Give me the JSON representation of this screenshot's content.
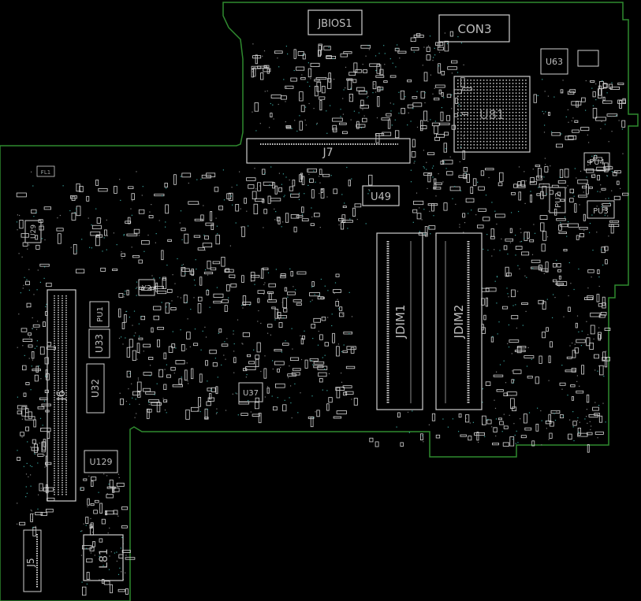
{
  "colors": {
    "background": "#000000",
    "outline": "#2f8a2f",
    "silkscreen": "#b8b8b8",
    "pad": "#d6d6d6",
    "via": "#3aa6a0"
  },
  "labels": {
    "jbios1": "JBIOS1",
    "con3": "CON3",
    "u81": "U81",
    "u63": "U63",
    "j7": "J7",
    "u49": "U49",
    "pu4": "PU4",
    "pu2": "PU2",
    "pu3": "PU3",
    "fl1": "FL1",
    "u29": "U29",
    "y2": "Y2",
    "pu1": "PU1",
    "u33": "U33",
    "j6": "J6",
    "u32": "U32",
    "u37": "U37",
    "jdim1": "JDIM1",
    "jdim2": "JDIM2",
    "u129": "U129",
    "j5": "J5",
    "l81": "L81"
  }
}
